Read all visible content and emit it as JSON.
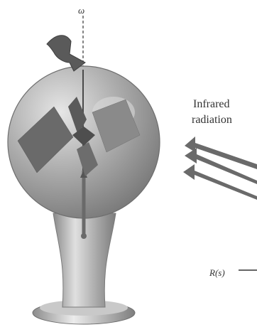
{
  "labels": {
    "omega": "ω",
    "infrared_line1": "Infrared",
    "infrared_line2": "radiation",
    "input": "R(s)"
  },
  "colors": {
    "glass": "#9b9b9b",
    "glass_highlight": "#dcdcdc",
    "vane_dark": "#5e5e5e",
    "vane_light": "#8f8f8f",
    "arrow": "#555555",
    "text": "#333333"
  },
  "icons": {
    "rotation_arrow": "curved-arrow-icon",
    "radiation_arrow": "arrow-left-icon"
  }
}
